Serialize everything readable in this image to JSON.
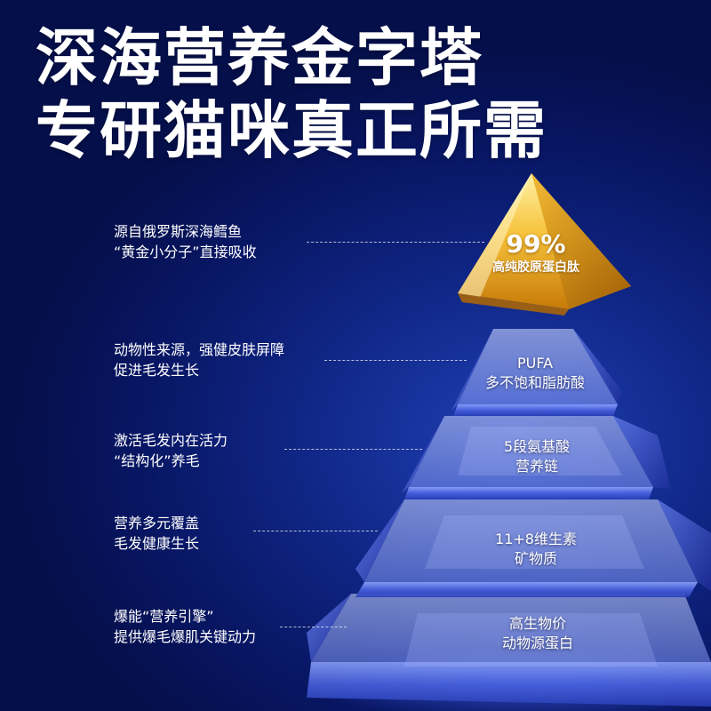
{
  "headline": {
    "line1": "深海营养金字塔",
    "line2": "专研猫咪真正所需"
  },
  "tiers": [
    {
      "label_lines": [
        "源自俄罗斯深海鳕鱼",
        "“黄金小分子”直接吸收"
      ],
      "value_lines": [
        "99%",
        "高纯胶原蛋白肽"
      ]
    },
    {
      "label_lines": [
        "动物性来源，强健皮肤屏障",
        "促进毛发生长"
      ],
      "value_lines": [
        "PUFA",
        "多不饱和脂肪酸"
      ]
    },
    {
      "label_lines": [
        "激活毛发内在活力",
        "“结构化”养毛"
      ],
      "value_lines": [
        "5段氨基酸",
        "营养链"
      ]
    },
    {
      "label_lines": [
        "营养多元覆盖",
        "毛发健康生长"
      ],
      "value_lines": [
        "11+8维生素",
        "矿物质"
      ]
    },
    {
      "label_lines": [
        "爆能“营养引擎”",
        "提供爆毛爆肌关键动力"
      ],
      "value_lines": [
        "高生物价",
        "动物源蛋白"
      ]
    }
  ],
  "colors": {
    "background": "#0b1d70",
    "gold": "#f2b21c",
    "crystal": "#5f7ff0"
  }
}
